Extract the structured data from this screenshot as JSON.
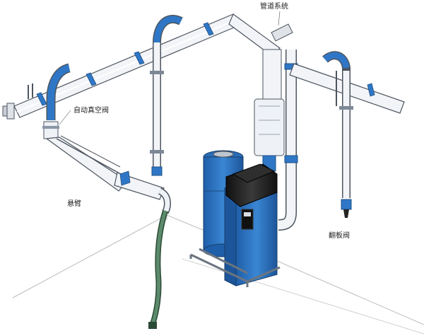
{
  "labels": {
    "pipe_system": "管道系统",
    "auto_vacuum_valve": "自动真空阀",
    "suspension_arm": "悬臂",
    "flap_valve": "翻板阀"
  },
  "colors": {
    "pipe_fill": "#f2f4f7",
    "pipe_outline": "#4d5560",
    "elbow_blue": "#2f77c6",
    "unit_blue": "#2e72bf",
    "unit_dark": "#1c1c1c",
    "hose_green": "#4f7a60",
    "floor_line": "#b9b9b9"
  }
}
